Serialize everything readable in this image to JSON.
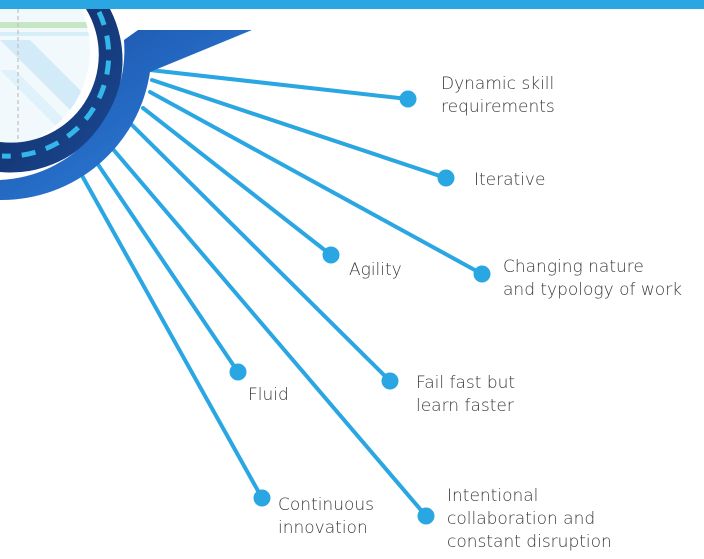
{
  "colors": {
    "accent": "#2aa6e2",
    "road_dark": "#12306a",
    "road_mid": "#1d4f9f",
    "road_light": "#2f7fd6",
    "dash": "#34b6ea",
    "text": "#3a3a3a"
  },
  "items": [
    {
      "lines": [
        "Dynamic skill",
        "requirements"
      ]
    },
    {
      "lines": [
        "Iterative"
      ]
    },
    {
      "lines": [
        "Agility"
      ]
    },
    {
      "lines": [
        "Changing nature",
        "and typology of work"
      ]
    },
    {
      "lines": [
        "Fail fast but",
        "learn faster"
      ]
    },
    {
      "lines": [
        "Fluid"
      ]
    },
    {
      "lines": [
        "Continuous",
        "innovation"
      ]
    },
    {
      "lines": [
        "Intentional",
        "collaboration and",
        "constant disruption"
      ]
    }
  ]
}
